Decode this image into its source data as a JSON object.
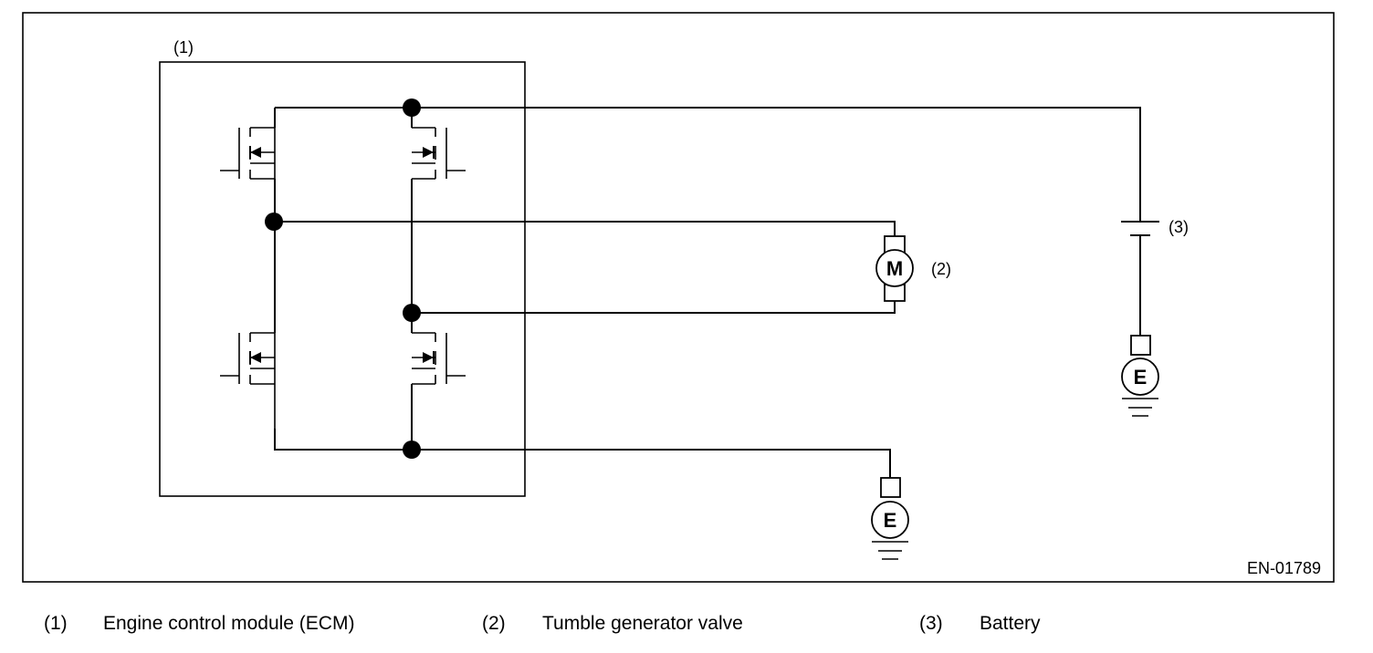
{
  "figure_id": "EN-01789",
  "callouts": {
    "ecm": "(1)",
    "valve": "(2)",
    "battery": "(3)"
  },
  "symbols": {
    "motor": "M",
    "ground": "E"
  },
  "legend": [
    {
      "num": "(1)",
      "text": "Engine control module (ECM)"
    },
    {
      "num": "(2)",
      "text": "Tumble generator valve"
    },
    {
      "num": "(3)",
      "text": "Battery"
    }
  ]
}
